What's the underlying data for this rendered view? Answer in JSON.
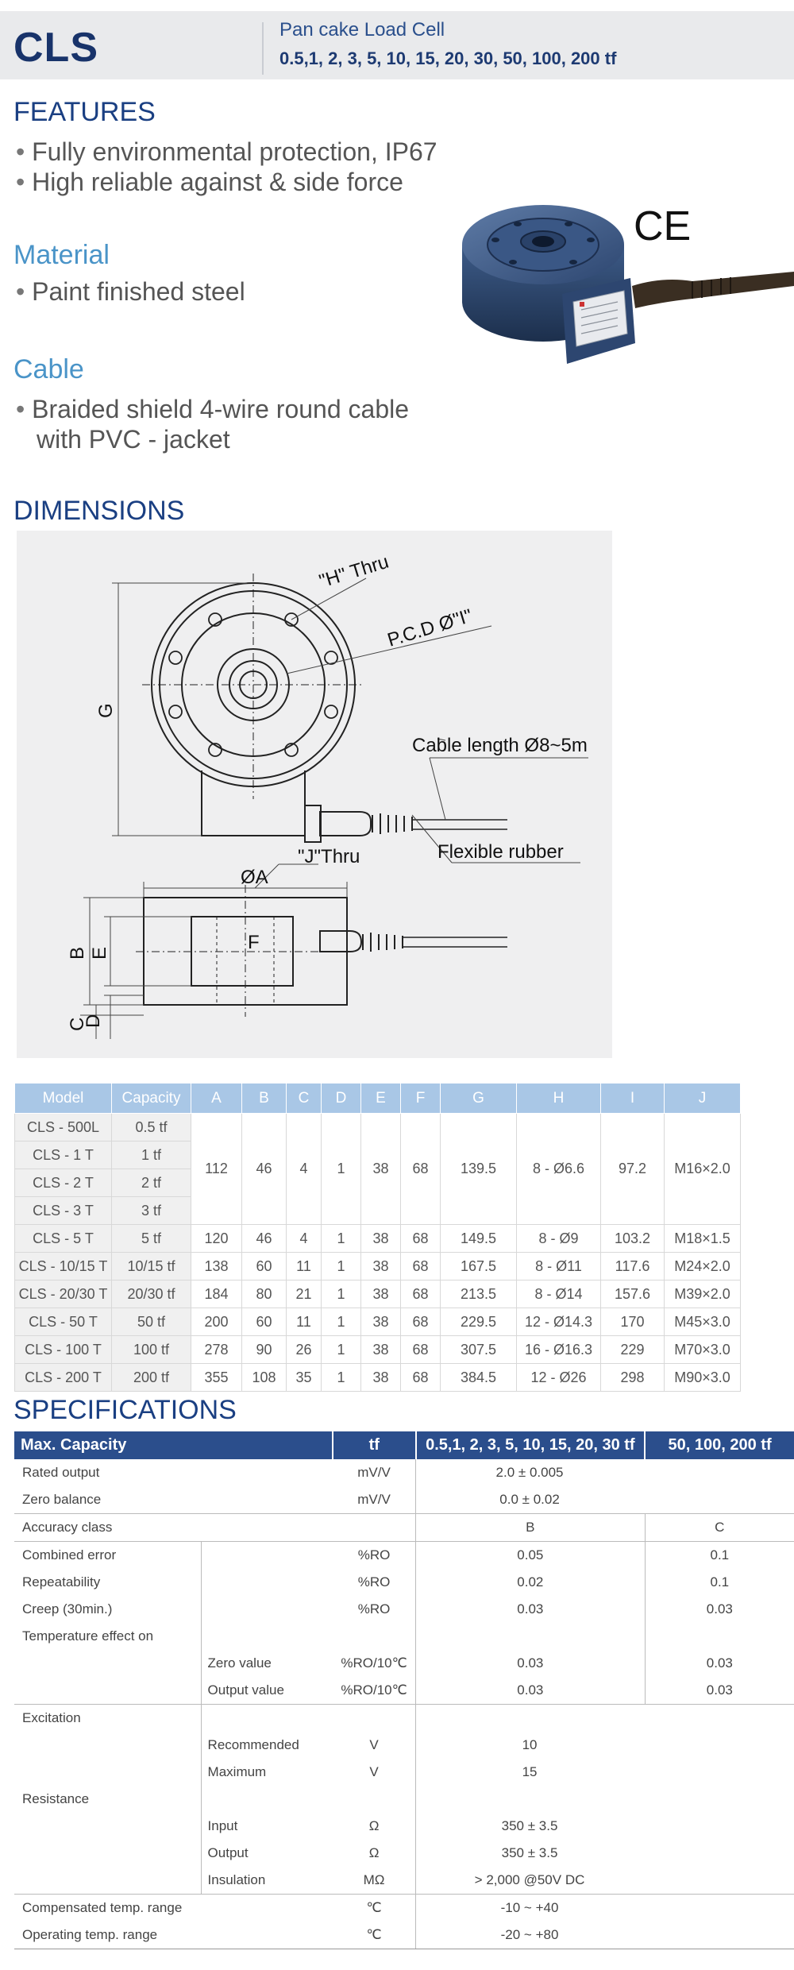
{
  "header": {
    "model": "CLS",
    "subtitle": "Pan cake Load Cell",
    "capacities": "0.5,1, 2, 3, 5, 10, 15, 20, 30, 50, 100, 200 tf"
  },
  "features": {
    "title": "FEATURES",
    "items": [
      "Fully environmental protection, IP67",
      "High reliable against & side force"
    ]
  },
  "material": {
    "title": "Material",
    "items": [
      "Paint finished steel"
    ]
  },
  "cable": {
    "title": "Cable",
    "line1": "Braided shield 4-wire round cable",
    "line2": "with PVC - jacket"
  },
  "ce_mark": "CE",
  "dimensions": {
    "title": "DIMENSIONS",
    "labels": {
      "h_thru": "\"H\" Thru",
      "pcd": "P.C.D Ø\"I\"",
      "g": "G",
      "cable_length": "Cable length Ø8~5m",
      "j_thru": "\"J\"Thru",
      "flexible": "Flexible rubber",
      "a": "ØA",
      "b": "B",
      "e": "E",
      "f": "F",
      "c": "C",
      "d": "D"
    }
  },
  "dim_table": {
    "headers": [
      "Model",
      "Capacity",
      "A",
      "B",
      "C",
      "D",
      "E",
      "F",
      "G",
      "H",
      "I",
      "J"
    ],
    "group": {
      "models": [
        "CLS - 500L",
        "CLS - 1 T",
        "CLS - 2 T",
        "CLS - 3 T"
      ],
      "caps": [
        "0.5 tf",
        "1 tf",
        "2 tf",
        "3 tf"
      ],
      "values": [
        "112",
        "46",
        "4",
        "1",
        "38",
        "68",
        "139.5",
        "8 - Ø6.6",
        "97.2",
        "M16×2.0"
      ]
    },
    "rows": [
      [
        "CLS - 5 T",
        "5 tf",
        "120",
        "46",
        "4",
        "1",
        "38",
        "68",
        "149.5",
        "8 - Ø9",
        "103.2",
        "M18×1.5"
      ],
      [
        "CLS - 10/15 T",
        "10/15 tf",
        "138",
        "60",
        "11",
        "1",
        "38",
        "68",
        "167.5",
        "8 - Ø11",
        "117.6",
        "M24×2.0"
      ],
      [
        "CLS - 20/30 T",
        "20/30 tf",
        "184",
        "80",
        "21",
        "1",
        "38",
        "68",
        "213.5",
        "8 - Ø14",
        "157.6",
        "M39×2.0"
      ],
      [
        "CLS - 50 T",
        "50 tf",
        "200",
        "60",
        "11",
        "1",
        "38",
        "68",
        "229.5",
        "12 - Ø14.3",
        "170",
        "M45×3.0"
      ],
      [
        "CLS - 100 T",
        "100 tf",
        "278",
        "90",
        "26",
        "1",
        "38",
        "68",
        "307.5",
        "16 - Ø16.3",
        "229",
        "M70×3.0"
      ],
      [
        "CLS - 200 T",
        "200 tf",
        "355",
        "108",
        "35",
        "1",
        "38",
        "68",
        "384.5",
        "12 - Ø26",
        "298",
        "M90×3.0"
      ]
    ]
  },
  "specs": {
    "title": "SPECIFICATIONS",
    "headers": [
      "Max. Capacity",
      "tf",
      "0.5,1, 2, 3, 5, 10, 15, 20, 30 tf",
      "50, 100, 200 tf"
    ],
    "rated_output": [
      "Rated output",
      "mV/V",
      "2.0 ± 0.005"
    ],
    "zero_balance": [
      "Zero balance",
      "mV/V",
      "0.0 ± 0.02"
    ],
    "accuracy": [
      "Accuracy class",
      "B",
      "C"
    ],
    "combined": [
      "Combined error",
      "%RO",
      "0.05",
      "0.1"
    ],
    "repeat": [
      "Repeatability",
      "%RO",
      "0.02",
      "0.1"
    ],
    "creep": [
      "Creep (30min.)",
      "%RO",
      "0.03",
      "0.03"
    ],
    "temp_effect": "Temperature effect on",
    "zero_value": [
      "Zero value",
      "%RO/10℃",
      "0.03",
      "0.03"
    ],
    "output_value": [
      "Output  value",
      "%RO/10℃",
      "0.03",
      "0.03"
    ],
    "excitation": "Excitation",
    "recommended": [
      "Recommended",
      "V",
      "10"
    ],
    "maximum": [
      "Maximum",
      "V",
      "15"
    ],
    "resistance": "Resistance",
    "input": [
      "Input",
      "Ω",
      "350 ± 3.5"
    ],
    "output": [
      "Output",
      "Ω",
      "350 ± 3.5"
    ],
    "insulation": [
      "Insulation",
      "MΩ",
      "> 2,000 @50V DC"
    ],
    "comp_temp": [
      "Compensated temp. range",
      "℃",
      "-10 ~ +40"
    ],
    "oper_temp": [
      "Operating temp. range",
      "℃",
      "-20 ~ +80"
    ]
  }
}
